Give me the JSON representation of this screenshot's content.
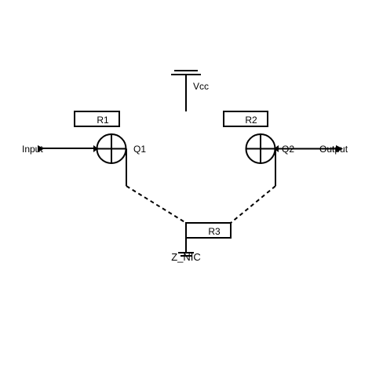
{
  "diagram": {
    "supply_label": "Vcc",
    "resistors": {
      "r1": "R1",
      "r2": "R2",
      "r3": "R3"
    },
    "transistors": {
      "q1": "Q1",
      "q2": "Q2"
    },
    "ports": {
      "input": "Input",
      "output": "Output"
    },
    "bottom_label": "Z_NIC"
  },
  "colors": {
    "stroke": "#000000",
    "background": "#ffffff"
  }
}
